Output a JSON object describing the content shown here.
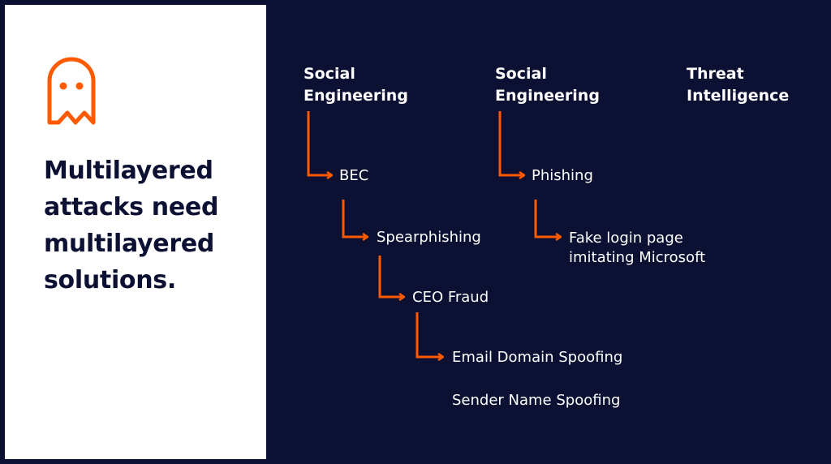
{
  "headline": [
    "Multilayered",
    "attacks need",
    "multilayered",
    "solutions."
  ],
  "columns": [
    {
      "lines": [
        "Social",
        "Engineering"
      ]
    },
    {
      "lines": [
        "Social",
        "Engineering"
      ]
    },
    {
      "lines": [
        "Threat",
        "Intelligence"
      ]
    }
  ],
  "nodes": {
    "bec": "BEC",
    "spearphishing": "Spearphishing",
    "ceo_fraud": "CEO Fraud",
    "email_domain_spoofing": "Email Domain Spoofing",
    "sender_name_spoofing": "Sender Name Spoofing",
    "phishing": "Phishing",
    "fake_login": [
      "Fake login page",
      "imitating Microsoft"
    ]
  },
  "colors": {
    "background": "#0c1033",
    "panel": "#ffffff",
    "accent": "#ff5a00",
    "text_light": "#ffffff",
    "text_dark": "#0c1033"
  },
  "icons": {
    "logo": "ghost-icon"
  }
}
